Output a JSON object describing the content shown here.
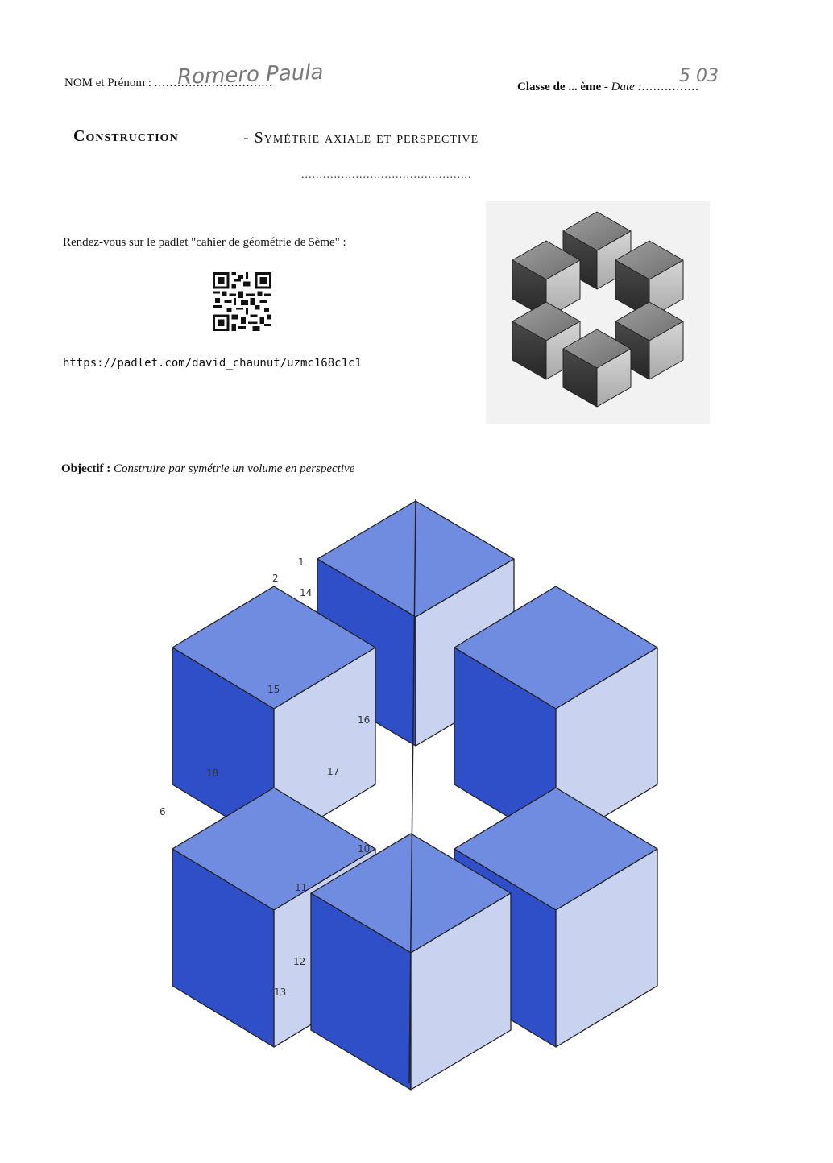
{
  "header": {
    "name_label": "NOM et Prénom :",
    "name_dots_before": "..",
    "name_dots_after": ".............................",
    "student_name": "Romero Paula",
    "class_label": "Classe de ... ème",
    "date_sep": " - ",
    "date_label": "Date :",
    "date_dots": "...............",
    "date_value": "5 03"
  },
  "title": {
    "left": "Construction",
    "right": "- Symétrie axiale et perspective",
    "dots": "..............................................."
  },
  "intro": {
    "padlet_text": "Rendez-vous sur le padlet \"cahier de géométrie de 5ème\" :",
    "url": "https://padlet.com/david_chaunut/uzmc168c1c1"
  },
  "objective": {
    "label": "Objectif :",
    "text": "Construire par symétrie un volume en perspective"
  },
  "drawing": {
    "labels": [
      "1",
      "2",
      "14",
      "15",
      "16",
      "17",
      "18",
      "6",
      "10",
      "11",
      "12",
      "13"
    ],
    "colors": {
      "dark": "#2f4fc8",
      "mid": "#6f8ce0",
      "light": "#c9d3f0",
      "line": "#222222"
    }
  },
  "reference_image": {
    "colors": {
      "top": "#8a8a8a",
      "left": "#3a3a3a",
      "right": "#bdbdbd"
    }
  }
}
